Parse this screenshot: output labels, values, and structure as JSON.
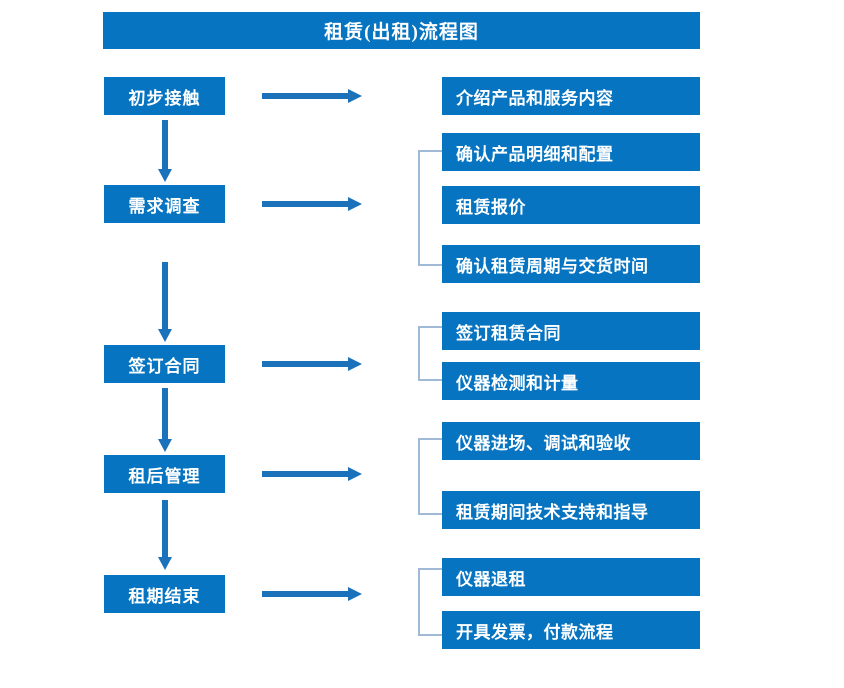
{
  "title": "租赁(出租)流程图",
  "theme": {
    "box_fill": "#0674c1",
    "box_text": "#ffffff",
    "arrow": "#1b72bb",
    "bracket": "#9fb9d6",
    "background": "#ffffff"
  },
  "stages": [
    {
      "label": "初步接触"
    },
    {
      "label": "需求调查"
    },
    {
      "label": "签订合同"
    },
    {
      "label": "租后管理"
    },
    {
      "label": "租期结束"
    }
  ],
  "details": [
    {
      "label": "介绍产品和服务内容"
    },
    {
      "label": "确认产品明细和配置"
    },
    {
      "label": "租赁报价"
    },
    {
      "label": "确认租赁周期与交货时间"
    },
    {
      "label": "签订租赁合同"
    },
    {
      "label": "仪器检测和计量"
    },
    {
      "label": "仪器进场、调试和验收"
    },
    {
      "label": "租赁期间技术支持和指导"
    },
    {
      "label": "仪器退租"
    },
    {
      "label": "开具发票，付款流程"
    }
  ],
  "chart_data": {
    "type": "diagram",
    "title": "租赁(出租)流程图",
    "orientation": "vertical-with-side-branches",
    "nodes": [
      {
        "stage": "初步接触",
        "outputs": [
          "介绍产品和服务内容"
        ]
      },
      {
        "stage": "需求调查",
        "outputs": [
          "确认产品明细和配置",
          "租赁报价",
          "确认租赁周期与交货时间"
        ]
      },
      {
        "stage": "签订合同",
        "outputs": [
          "签订租赁合同",
          "仪器检测和计量"
        ]
      },
      {
        "stage": "租后管理",
        "outputs": [
          "仪器进场、调试和验收",
          "租赁期间技术支持和指导"
        ]
      },
      {
        "stage": "租期结束",
        "outputs": [
          "仪器退租",
          "开具发票，付款流程"
        ]
      }
    ],
    "flow": [
      "初步接触",
      "需求调查",
      "签订合同",
      "租后管理",
      "租期结束"
    ]
  }
}
